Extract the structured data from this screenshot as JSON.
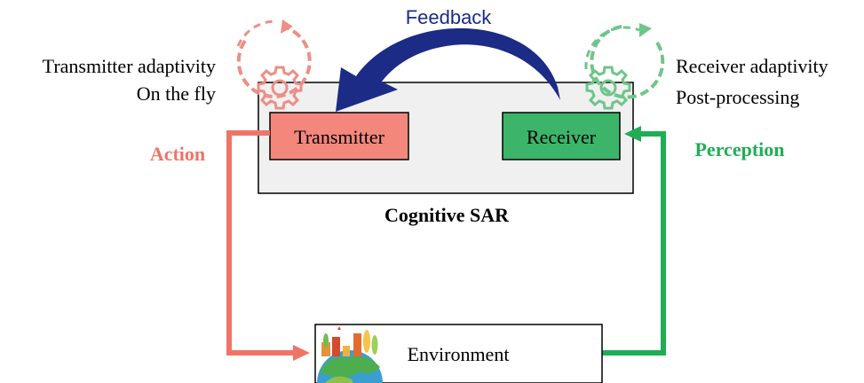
{
  "diagram": {
    "feedback_label": "Feedback",
    "transmitter_adaptivity_label": "Transmitter adaptivity",
    "on_the_fly_label": "On the fly",
    "receiver_adaptivity_label": "Receiver adaptivity",
    "post_processing_label": "Post-processing",
    "transmitter_label": "Transmitter",
    "receiver_label": "Receiver",
    "action_label": "Action",
    "perception_label": "Perception",
    "system_label": "Cognitive SAR",
    "environment_label": "Environment",
    "icons": [
      "transmitter-gear-cycle-icon",
      "receiver-gear-cycle-icon",
      "earth-landscape-icon"
    ],
    "colors": {
      "action": "#f07466",
      "perception": "#1fae55",
      "transmitter_fill": "#f3877c",
      "receiver_fill": "#3cb56a",
      "feedback": "#1b2b86",
      "system_box": "#f0f0f0",
      "transmitter_gear": "#ec8f86",
      "receiver_gear": "#6fc58a"
    }
  }
}
